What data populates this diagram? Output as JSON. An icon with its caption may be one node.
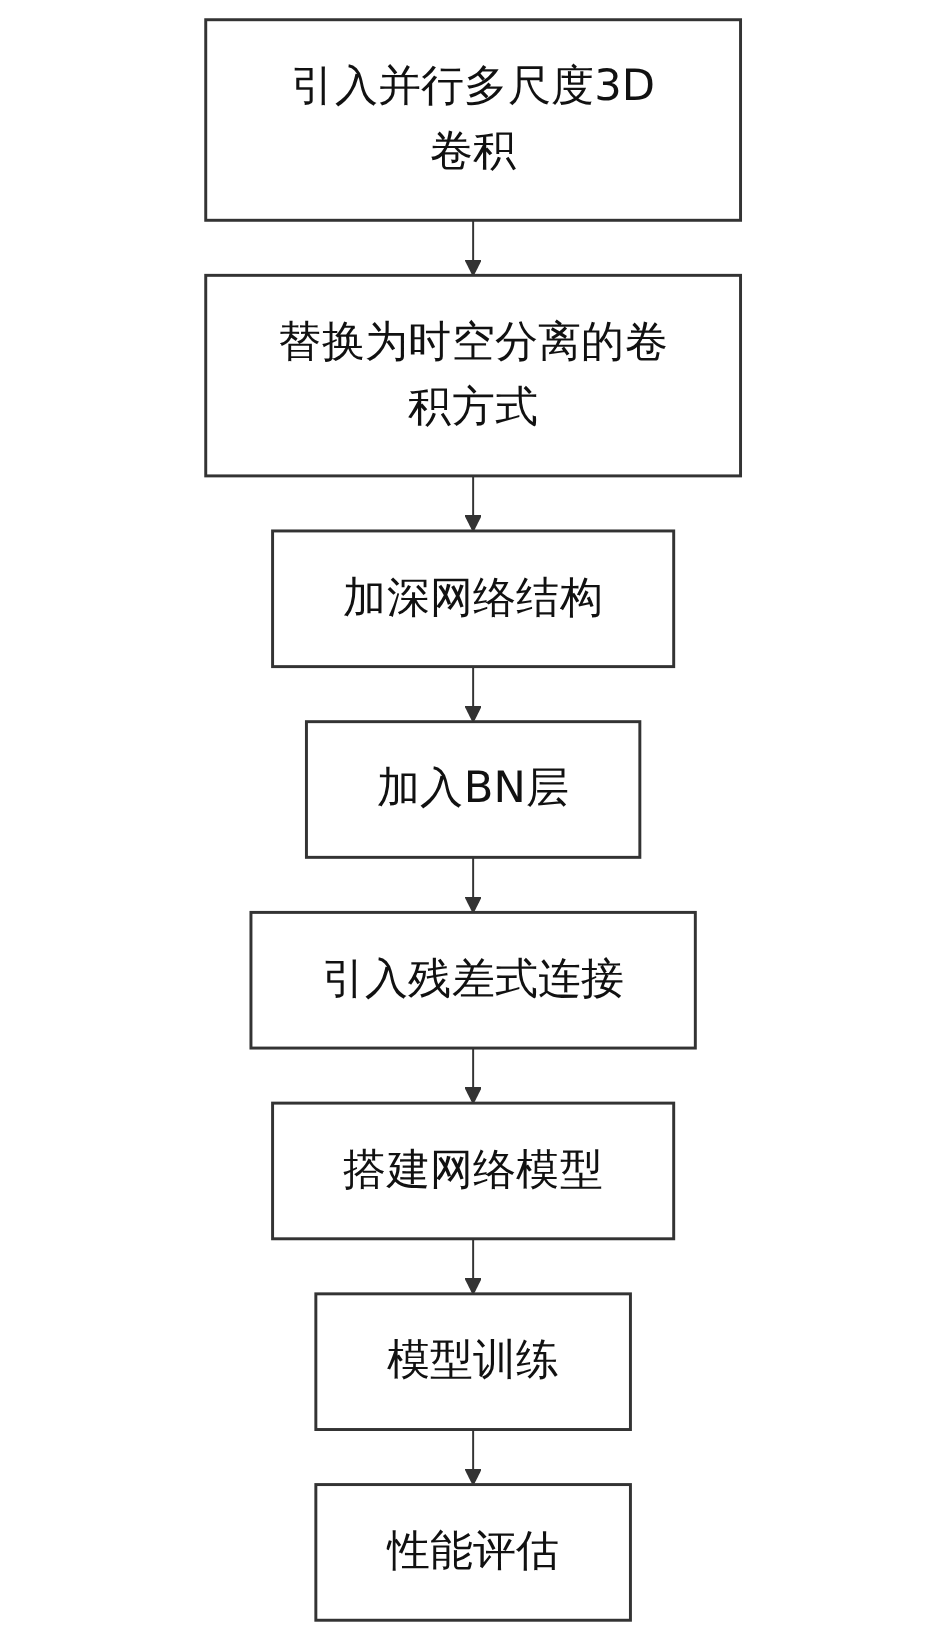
{
  "diagram": {
    "nodes": [
      {
        "text": [
          "引入并行多尺度3D卷积"
        ]
      },
      {
        "text": [
          "替换为时空分离的卷积方式"
        ]
      },
      {
        "text": [
          "加深网络结构"
        ]
      },
      {
        "text": [
          "加入BN层"
        ]
      },
      {
        "text": [
          "引入残差式连接"
        ]
      },
      {
        "text": [
          "搭建网络模型"
        ]
      },
      {
        "text": [
          "模型训练"
        ]
      },
      {
        "text": [
          "性能评估"
        ]
      }
    ],
    "edges": [
      {
        "from": 0,
        "to": 1,
        "arrow": "to"
      },
      {
        "from": 1,
        "to": 2,
        "arrow": "to"
      },
      {
        "from": 2,
        "to": 3,
        "arrow": "to"
      },
      {
        "from": 3,
        "to": 4,
        "arrow": "to"
      },
      {
        "from": 4,
        "to": 5,
        "arrow": "to"
      },
      {
        "from": 5,
        "to": 6,
        "arrow": "to"
      },
      {
        "from": 6,
        "to": 7,
        "arrow": "to"
      }
    ]
  }
}
